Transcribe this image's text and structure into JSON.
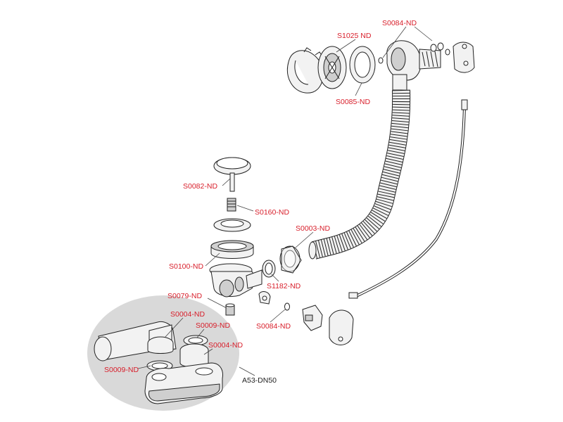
{
  "colors": {
    "label_red": "#d81e2a",
    "label_dark": "#222222",
    "leader": "#444444",
    "oval_fill": "#d9d9d9",
    "outline": "#222222"
  },
  "labels": {
    "s0084_top": "S0084-ND",
    "s1025": "S1025 ND",
    "s0085": "S0085-ND",
    "s0082": "S0082-ND",
    "s0160": "S0160-ND",
    "s0003": "S0003-ND",
    "s0100": "S0100-ND",
    "s1182": "S1182-ND",
    "s0079": "S0079-ND",
    "s0084_bottom": "S0084-ND",
    "s0004_left": "S0004-ND",
    "s0009_right": "S0009-ND",
    "s0004_right": "S0004-ND",
    "s0009_left": "S0009-ND",
    "a53": "A53-DN50"
  }
}
